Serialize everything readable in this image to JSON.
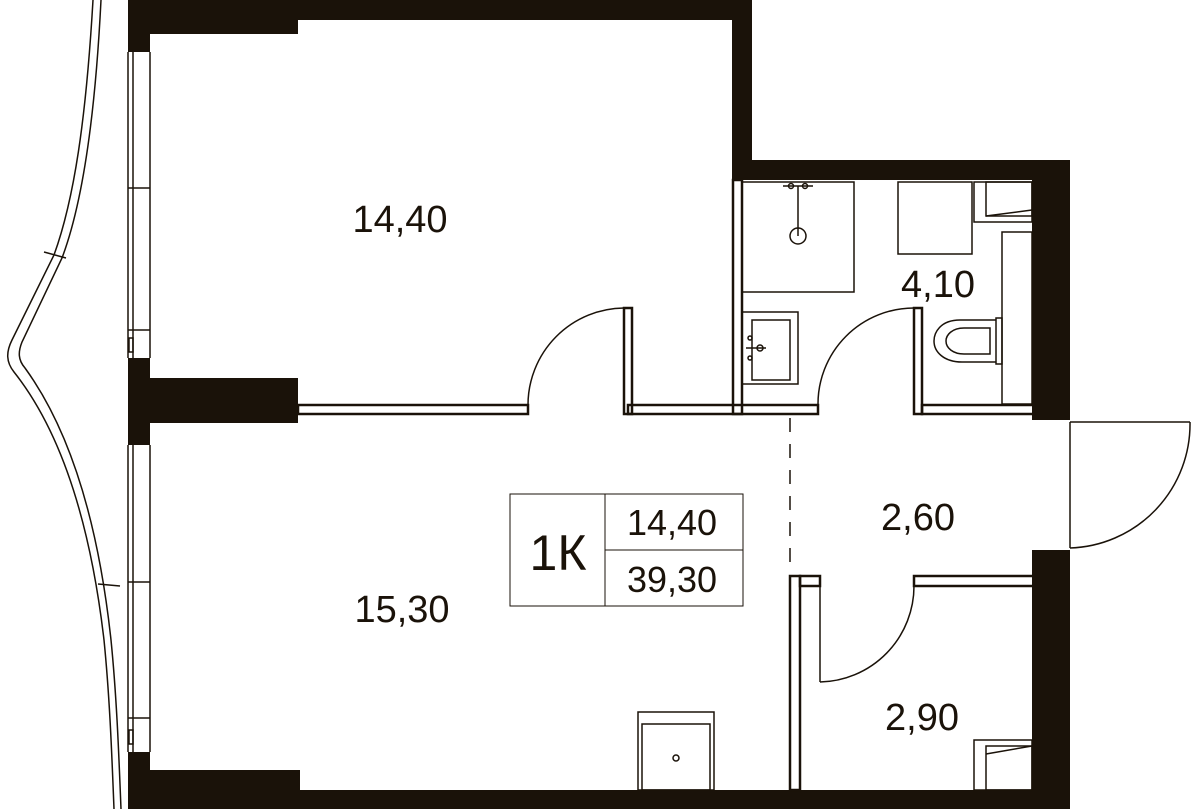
{
  "colors": {
    "wall": "#1a1209",
    "line": "#1a1209",
    "background": "#ffffff"
  },
  "rooms": [
    {
      "id": "room",
      "area": "14,40"
    },
    {
      "id": "living",
      "area": "15,30"
    },
    {
      "id": "bathroom",
      "area": "4,10"
    },
    {
      "id": "hall",
      "area": "2,60"
    },
    {
      "id": "storage",
      "area": "2,90"
    }
  ],
  "legend": {
    "type": "1К",
    "living_area": "14,40",
    "total_area": "39,30"
  }
}
